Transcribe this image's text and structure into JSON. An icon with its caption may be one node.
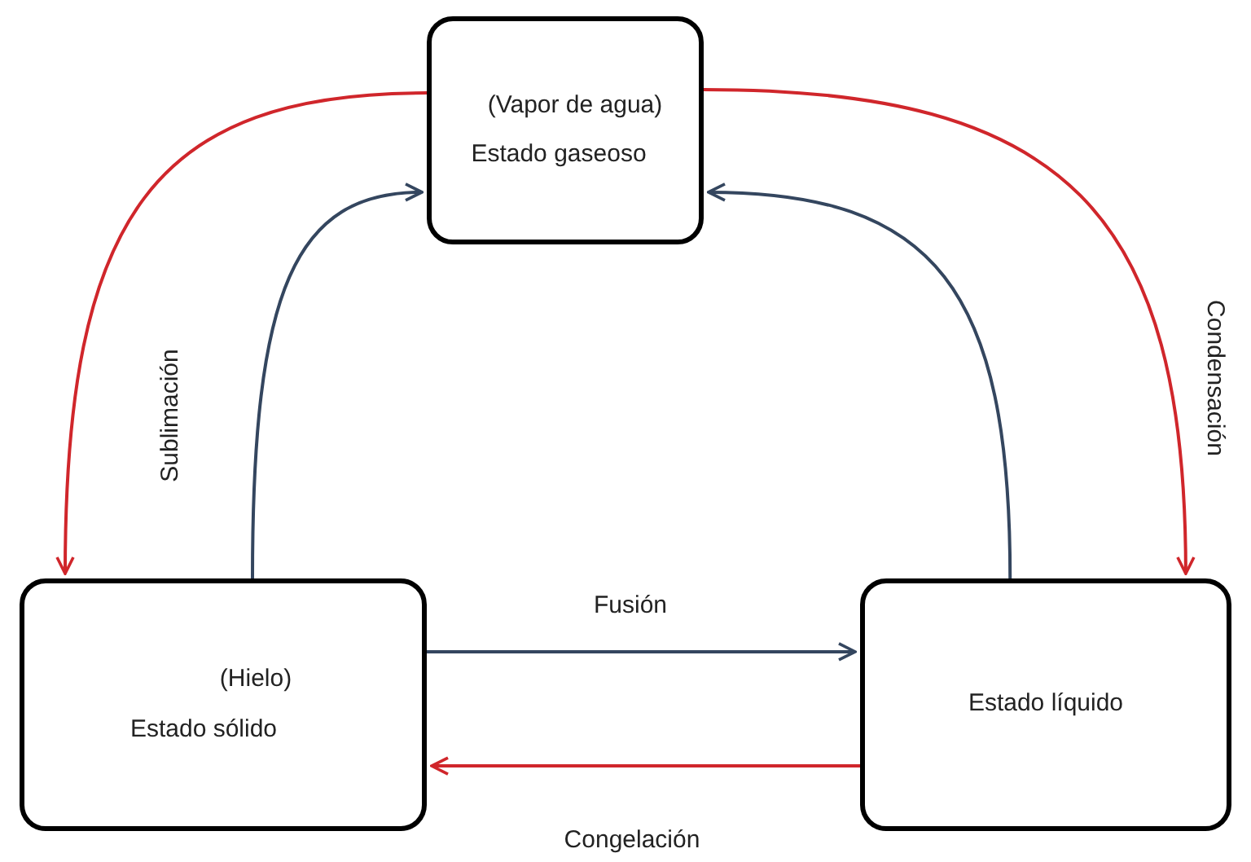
{
  "diagram": {
    "nodes": [
      {
        "text": [
          "(Vapor de agua)",
          "Estado gaseoso"
        ]
      },
      {
        "text": [
          "(Hielo)",
          "Estado sólido"
        ]
      },
      {
        "text": [
          "Estado líquido"
        ]
      }
    ],
    "edges": [
      {
        "from": 0,
        "to": 1,
        "arrow": "to",
        "color": "#d0262b"
      },
      {
        "from": 1,
        "to": 0,
        "arrow": "to",
        "label": "Sublimación",
        "color": "#34465f"
      },
      {
        "from": 0,
        "to": 2,
        "arrow": "to",
        "label": "Condensación",
        "color": "#d0262b"
      },
      {
        "from": 2,
        "to": 0,
        "arrow": "to",
        "color": "#34465f"
      },
      {
        "from": 1,
        "to": 2,
        "arrow": "to",
        "label": "Fusión",
        "color": "#34465f"
      },
      {
        "from": 2,
        "to": 1,
        "arrow": "to",
        "label": "Congelación",
        "color": "#d0262b"
      }
    ]
  }
}
